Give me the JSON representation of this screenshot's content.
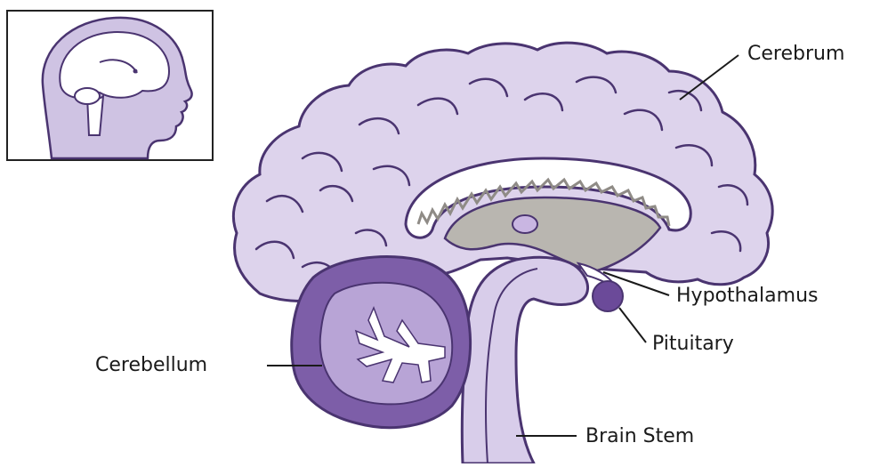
{
  "labels": {
    "cerebrum": "Cerebrum",
    "hypothalamus": "Hypothalamus",
    "pituitary": "Pituitary",
    "cerebellum": "Cerebellum",
    "brain_stem": "Brain Stem"
  },
  "colors": {
    "cerebrum_fill": "#ddd3ec",
    "outline": "#4a3470",
    "cerebellum_outer": "#7d5ea8",
    "cerebellum_inner": "#b8a4d6",
    "ventricle_gray": "#b9b6b0",
    "pituitary": "#6b4a99",
    "stem_fill": "#d8cdea",
    "head_fill": "#cfc3e3"
  }
}
